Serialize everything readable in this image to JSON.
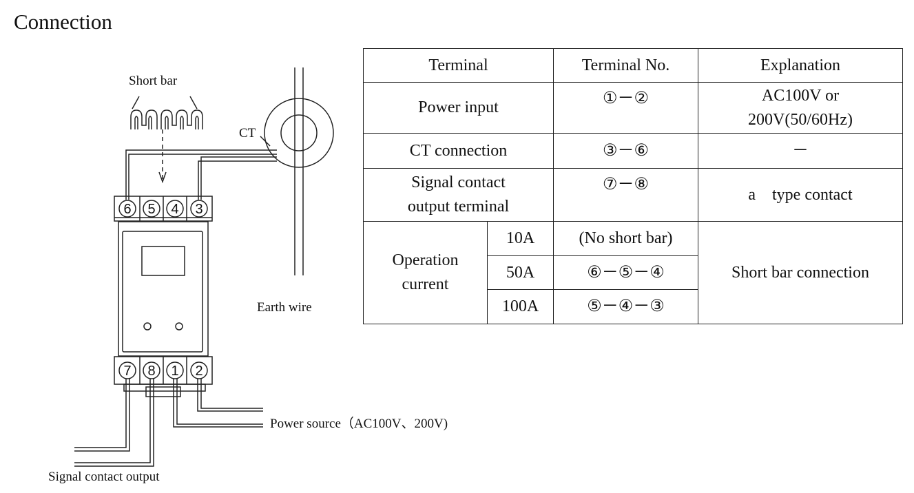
{
  "title": "Connection",
  "diagram": {
    "short_bar_label": "Short bar",
    "ct_label": "CT",
    "earth_wire_label": "Earth wire",
    "power_source_label": "Power source（AC100V、200V)",
    "signal_output_label": "Signal contact output",
    "top_terminals": [
      "6",
      "5",
      "4",
      "3"
    ],
    "bottom_terminals": [
      "7",
      "8",
      "1",
      "2"
    ]
  },
  "table": {
    "headers": [
      "Terminal",
      "Terminal No.",
      "Explanation"
    ],
    "rows": {
      "power": {
        "terminal": "Power input",
        "no": "①－②",
        "explanation_line1": "AC100V or",
        "explanation_line2": "200V(50/60Hz)"
      },
      "ct": {
        "terminal": "CT connection",
        "no": "③－⑥",
        "explanation": "－"
      },
      "signal": {
        "terminal_line1": "Signal contact",
        "terminal_line2": "output terminal",
        "no": "⑦－⑧",
        "explanation": "a　type contact"
      },
      "operation": {
        "terminal_line1": "Operation",
        "terminal_line2": "current",
        "explanation": "Short bar connection",
        "sub": [
          {
            "current": "10A",
            "no": "(No short bar)"
          },
          {
            "current": "50A",
            "no": "⑥－⑤－④"
          },
          {
            "current": "100A",
            "no": "⑤－④－③"
          }
        ]
      }
    }
  }
}
